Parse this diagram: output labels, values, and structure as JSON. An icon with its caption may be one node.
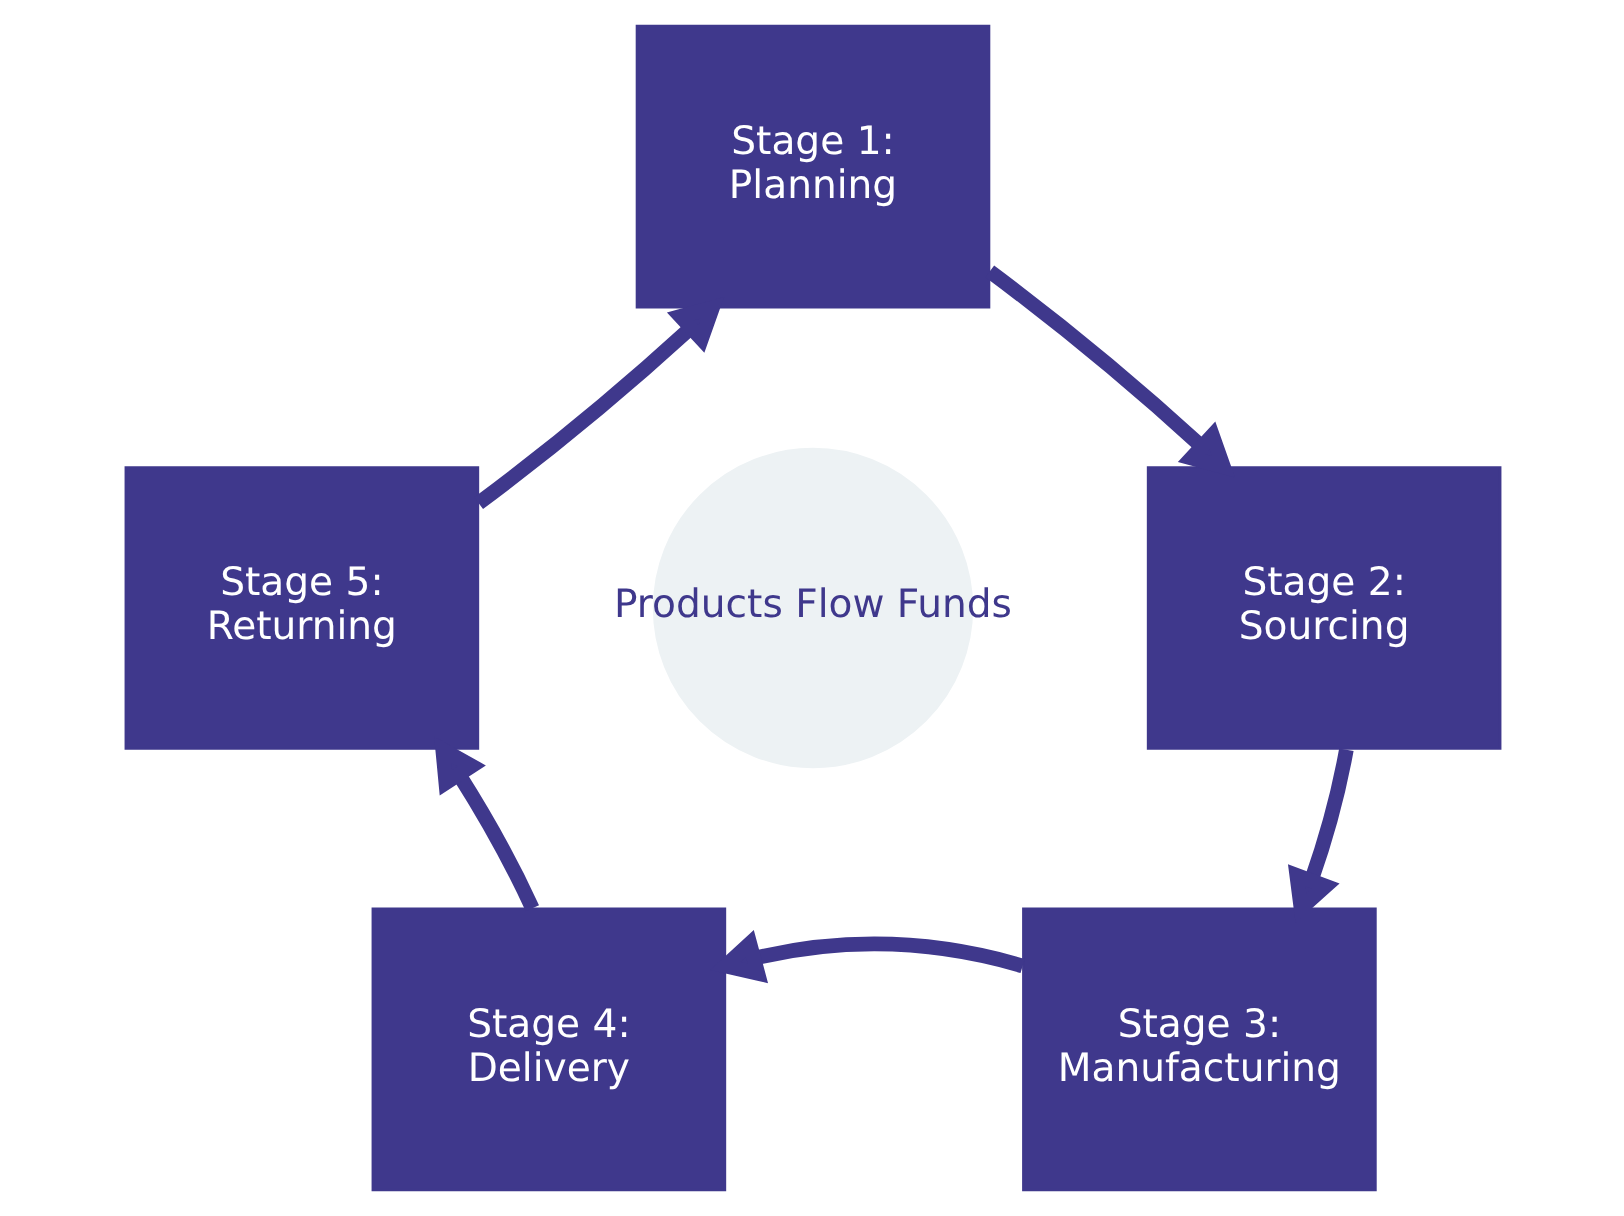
{
  "diagram": {
    "nodes": [
      {
        "text": [
          "Stage 1:",
          "Planning"
        ]
      },
      {
        "text": [
          "Stage 2:",
          "Sourcing"
        ]
      },
      {
        "text": [
          "Stage 3:",
          "Manufacturing"
        ]
      },
      {
        "text": [
          "Stage 4:",
          "Delivery"
        ]
      },
      {
        "text": [
          "Stage 5:",
          "Returning"
        ]
      },
      {
        "text": [
          "Products Flow Funds"
        ]
      }
    ],
    "edges": [
      {
        "from": 0,
        "to": 1,
        "arrow": "to"
      },
      {
        "from": 1,
        "to": 2,
        "arrow": "to"
      },
      {
        "from": 2,
        "to": 3,
        "arrow": "to"
      },
      {
        "from": 3,
        "to": 4,
        "arrow": "to"
      },
      {
        "from": 4,
        "to": 0,
        "arrow": "to"
      }
    ]
  }
}
